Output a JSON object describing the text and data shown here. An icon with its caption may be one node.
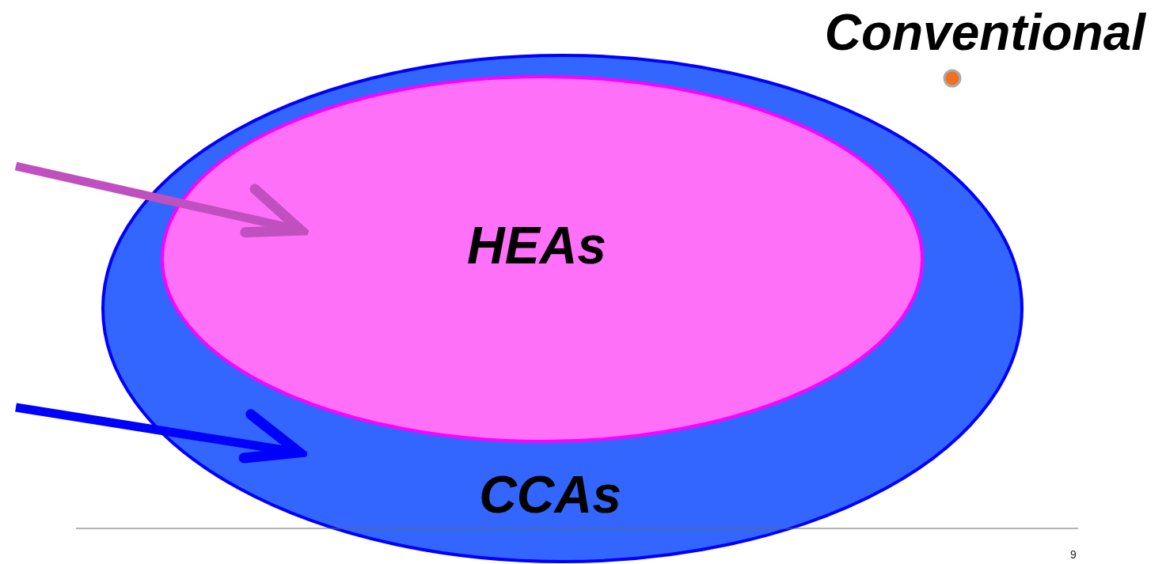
{
  "diagram": {
    "title": "Conventional",
    "nodes": [
      {
        "text": [
          "CCAs"
        ]
      },
      {
        "text": [
          "HEAs"
        ],
        "in": 0
      }
    ],
    "edges": [
      {
        "from": null,
        "to": 1,
        "arrow": "to",
        "color": "#c050c0"
      },
      {
        "from": null,
        "to": 0,
        "arrow": "to",
        "color": "#0000ff"
      }
    ],
    "labels": [
      "9"
    ]
  }
}
